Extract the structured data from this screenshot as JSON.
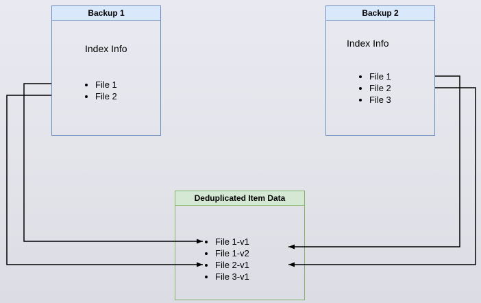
{
  "diagram": {
    "backup1": {
      "title": "Backup 1",
      "subtitle": "Index Info",
      "items": [
        "File 1",
        "File 2"
      ]
    },
    "backup2": {
      "title": "Backup 2",
      "subtitle": "Index Info",
      "items": [
        "File 1",
        "File 2",
        "File 3"
      ]
    },
    "dedup": {
      "title": "Deduplicated Item Data",
      "items": [
        "File 1-v1",
        "File 1-v2",
        "File 2-v1",
        "File 3-v1"
      ]
    },
    "colors": {
      "backup_header_fill": "#dae8fc",
      "backup_border": "#6c8ebf",
      "dedup_header_fill": "#d5e8d4",
      "dedup_border": "#82b366",
      "arrow": "#000000"
    }
  }
}
